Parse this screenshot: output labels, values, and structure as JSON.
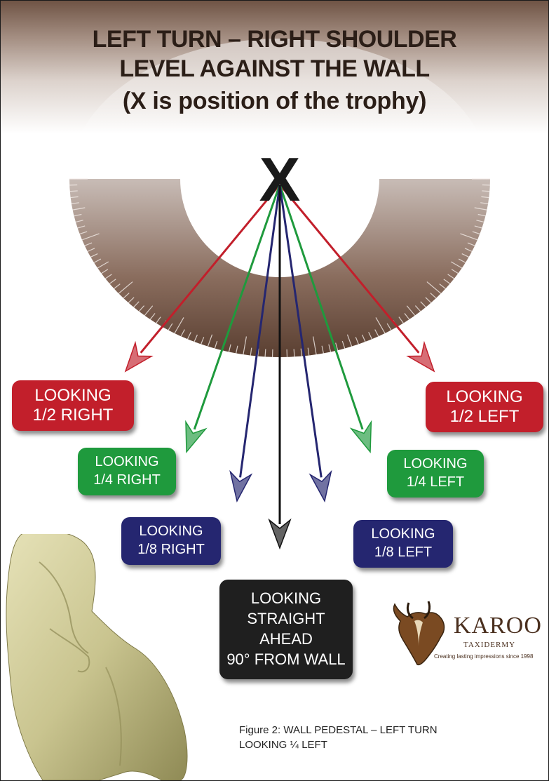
{
  "title": {
    "line1": "LEFT TURN – RIGHT SHOULDER",
    "line2": "LEVEL AGAINST THE WALL",
    "line3": "(X is position of the trophy)"
  },
  "origin_marker": "X",
  "labels": {
    "half_right": {
      "line1": "LOOKING",
      "line2": "1/2 RIGHT",
      "color": "#c21f2b"
    },
    "half_left": {
      "line1": "LOOKING",
      "line2": "1/2 LEFT",
      "color": "#c21f2b"
    },
    "quarter_right": {
      "line1": "LOOKING",
      "line2": "1/4 RIGHT",
      "color": "#1f9a3d"
    },
    "quarter_left": {
      "line1": "LOOKING",
      "line2": "1/4 LEFT",
      "color": "#1f9a3d"
    },
    "eighth_right": {
      "line1": "LOOKING",
      "line2": "1/8 RIGHT",
      "color": "#252670"
    },
    "eighth_left": {
      "line1": "LOOKING",
      "line2": "1/8 LEFT",
      "color": "#252670"
    },
    "straight": {
      "line1": "LOOKING",
      "line2": "STRAIGHT",
      "line3": "AHEAD",
      "line4": "90° FROM WALL",
      "color": "#1f1f1f"
    }
  },
  "logo": {
    "name": "KAROO",
    "sub": "TAXIDERMY",
    "tagline": "Creating lasting impressions since 1998"
  },
  "caption": {
    "line1": "Figure 2: WALL PEDESTAL – LEFT TURN",
    "line2": "LOOKING ¼ LEFT"
  }
}
